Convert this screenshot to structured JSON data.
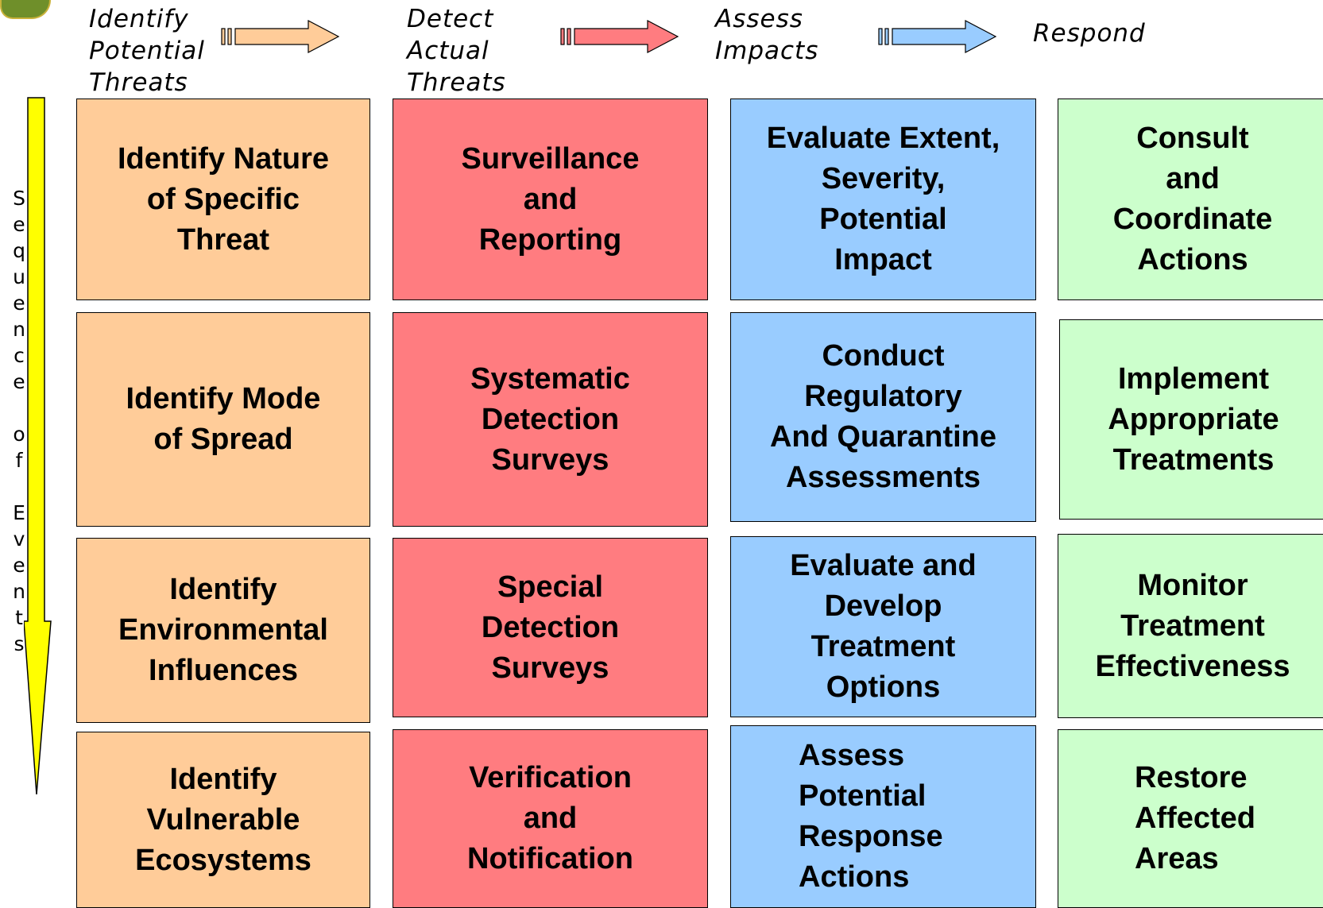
{
  "stages": [
    {
      "label": "Identify\nPotential\nThreats",
      "color": "#ffcc99"
    },
    {
      "label": "Detect\nActual\nThreats",
      "color": "#ff7c80"
    },
    {
      "label": "Assess\nImpacts",
      "color": "#99ccff"
    },
    {
      "label": "Respond",
      "color": "#ccffcc"
    }
  ],
  "sequence_label": "Sequence of Events",
  "sequence_letters": [
    "S",
    "e",
    "q",
    "u",
    "e",
    "n",
    "c",
    "e",
    "",
    "o",
    "f",
    "",
    "E",
    "v",
    "e",
    "n",
    "t",
    "s"
  ],
  "columns": {
    "identify": [
      "Identify Nature\nof Specific\nThreat",
      "Identify Mode\nof Spread",
      "Identify\nEnvironmental\nInfluences",
      "Identify\nVulnerable\nEcosystems"
    ],
    "detect": [
      "Surveillance\nand\nReporting",
      "Systematic\nDetection\nSurveys",
      "Special\nDetection\nSurveys",
      "Verification\nand\nNotification"
    ],
    "assess": [
      "Evaluate Extent,\nSeverity,\nPotential\nImpact",
      "Conduct\nRegulatory\nAnd Quarantine\nAssessments",
      "Evaluate and\nDevelop\nTreatment\nOptions",
      "Assess\nPotential\nResponse\nActions"
    ],
    "respond": [
      "Consult\nand\nCoordinate\nActions",
      "Implement\nAppropriate\nTreatments",
      "Monitor\nTreatment\nEffectiveness",
      "Restore\nAffected\nAreas"
    ]
  },
  "arrow_colors": {
    "sequence_fill": "#ffff00",
    "orange": "#ffcc99",
    "red": "#ff7c80",
    "blue": "#99ccff"
  }
}
